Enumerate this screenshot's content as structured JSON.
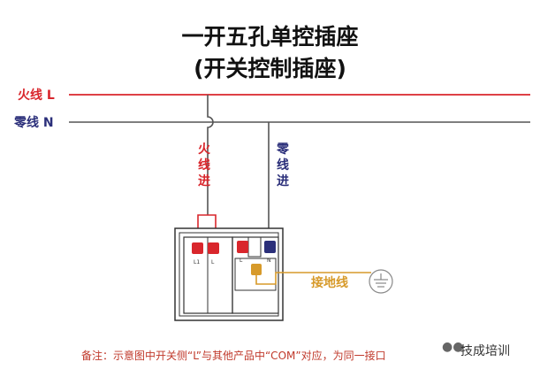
{
  "title": {
    "line1": "一开五孔单控插座",
    "line2": "(开关控制插座)"
  },
  "lines": {
    "live_label": "火线",
    "live_letter": "L",
    "neutral_label": "零线",
    "neutral_letter": "N"
  },
  "vertical_labels": {
    "live_in": [
      "火",
      "线",
      "进"
    ],
    "neutral_in": [
      "零",
      "线",
      "进"
    ]
  },
  "terminals": {
    "switch_l1": "L1",
    "switch_l": "L",
    "socket_l": "L",
    "socket_n": "N"
  },
  "ground_label": "接地线",
  "note": "备注：示意图中开关侧“L”与其他产品中“COM”对应，为同一接口",
  "watermark": "技成培训",
  "colors": {
    "live": "#d9262c",
    "neutral": "#2b2f7a",
    "ground": "#d79a2a",
    "wire_gray": "#555555"
  }
}
